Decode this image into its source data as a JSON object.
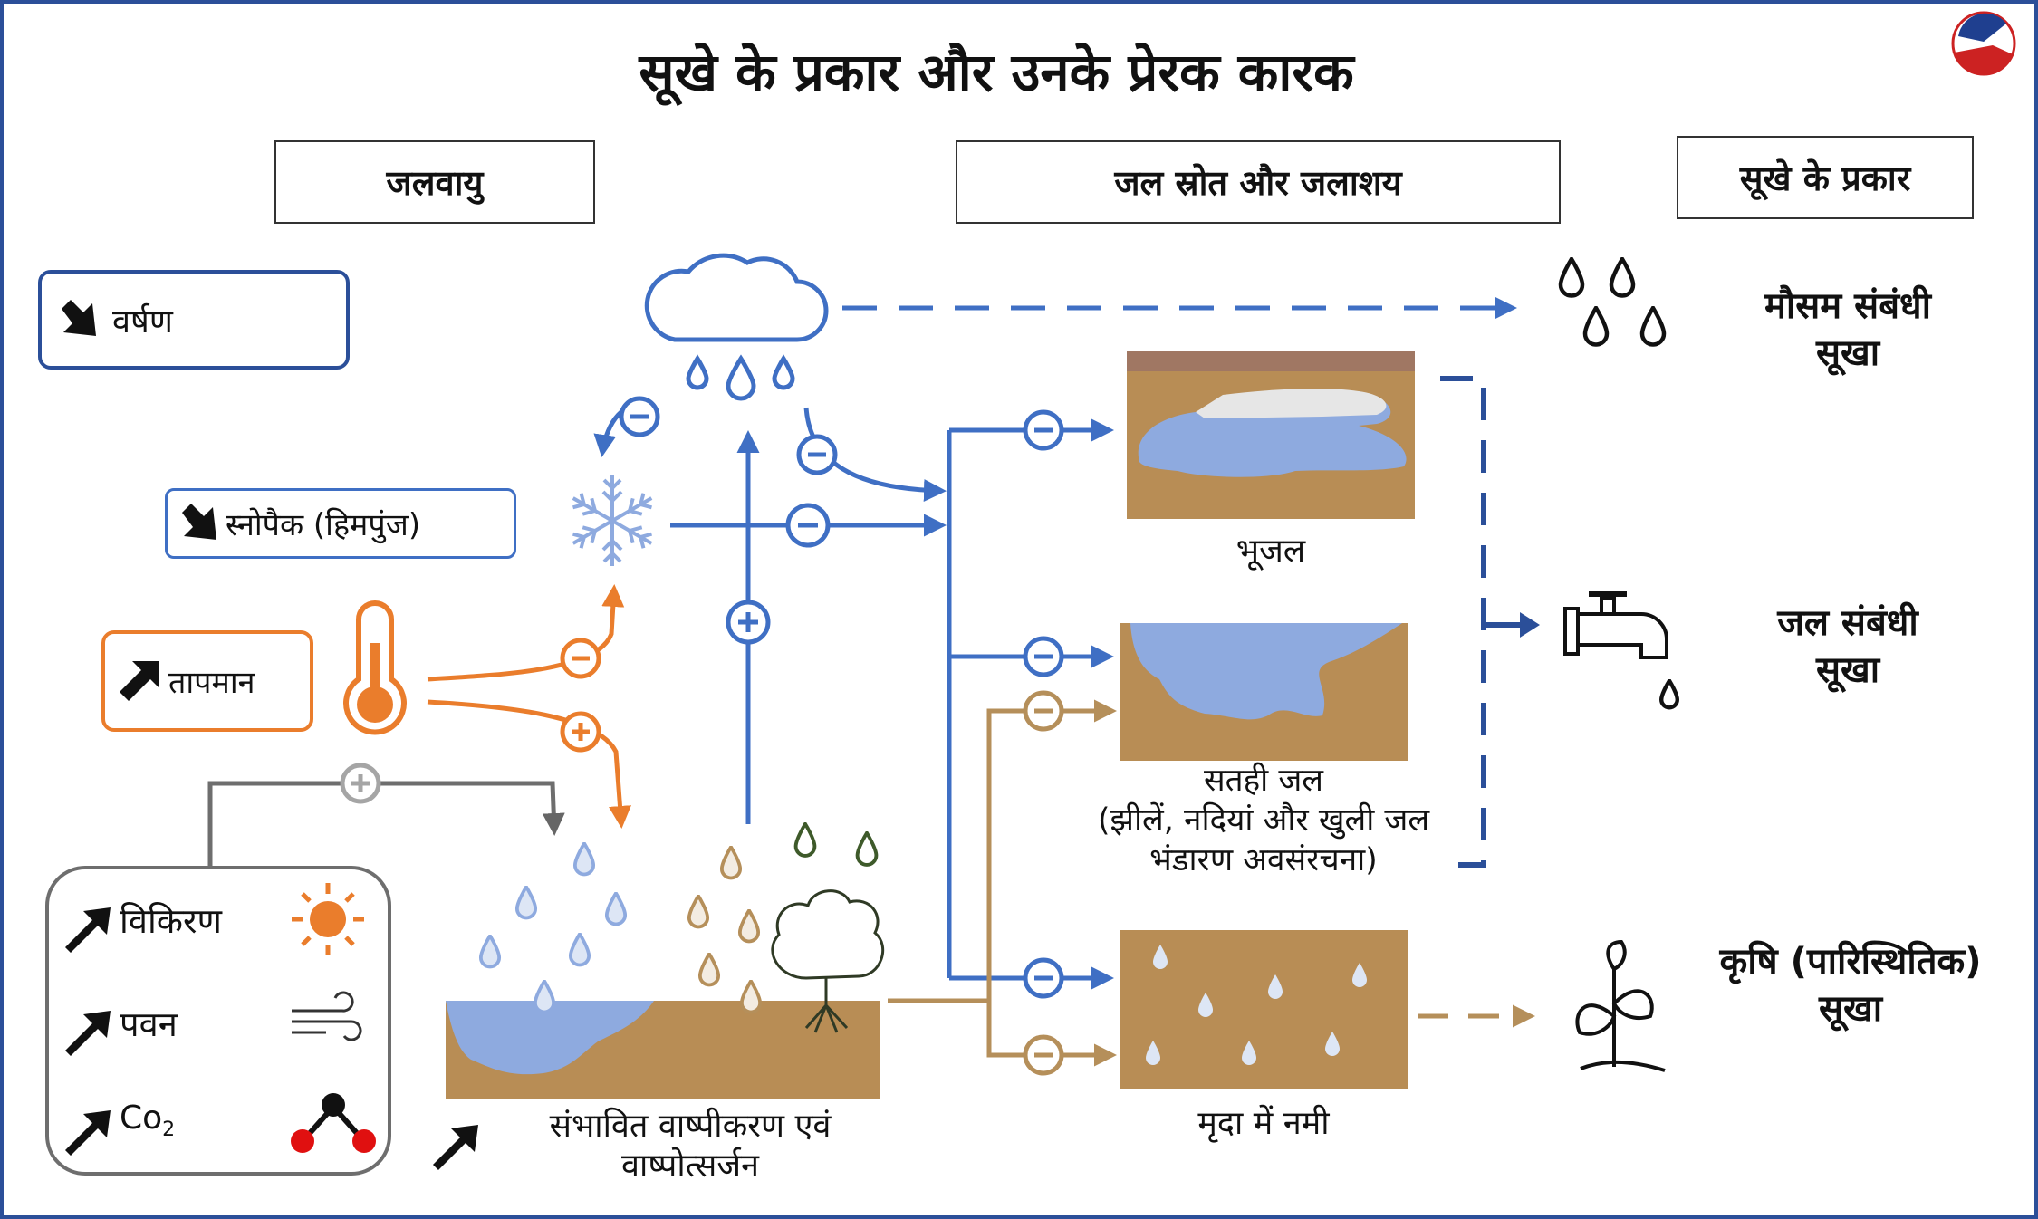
{
  "title": "सूखे के प्रकार और उनके प्रेरक कारक",
  "headers": {
    "climate": "जलवायु",
    "water_sources": "जल स्रोत और जलाशय",
    "drought_types": "सूखे के प्रकार"
  },
  "factors": {
    "precipitation": "वर्षण",
    "snowpack": "स्नोपैक (हिमपुंज)",
    "temperature": "तापमान",
    "radiation": "विकिरण",
    "wind": "पवन",
    "co2": "Co",
    "co2_sub": "2",
    "evapotranspiration_line1": "संभावित वाष्पीकरण एवं",
    "evapotranspiration_line2": "वाष्पोत्सर्जन"
  },
  "reservoirs": {
    "groundwater": "भूजल",
    "surface_line1": "सतही जल",
    "surface_line2": "(झीलें, नदियां और खुली जल",
    "surface_line3": "भंडारण अवसंरचना)",
    "soil": "मृदा में नमी"
  },
  "drought": {
    "meteorological_line1": "मौसम संबंधी",
    "meteorological_line2": "सूखा",
    "hydrological_line1": "जल संबंधी",
    "hydrological_line2": "सूखा",
    "agricultural_line1": "कृषि (पारिस्थितिक)",
    "agricultural_line2": "सूखा"
  },
  "colors": {
    "blue": "#3f6fc4",
    "orange": "#ea7d2c",
    "brown": "#b58f5a",
    "grey": "#7a7a7a",
    "water": "#8eaadf",
    "soil": "#b88d55",
    "border_navy": "#2b4f99"
  }
}
